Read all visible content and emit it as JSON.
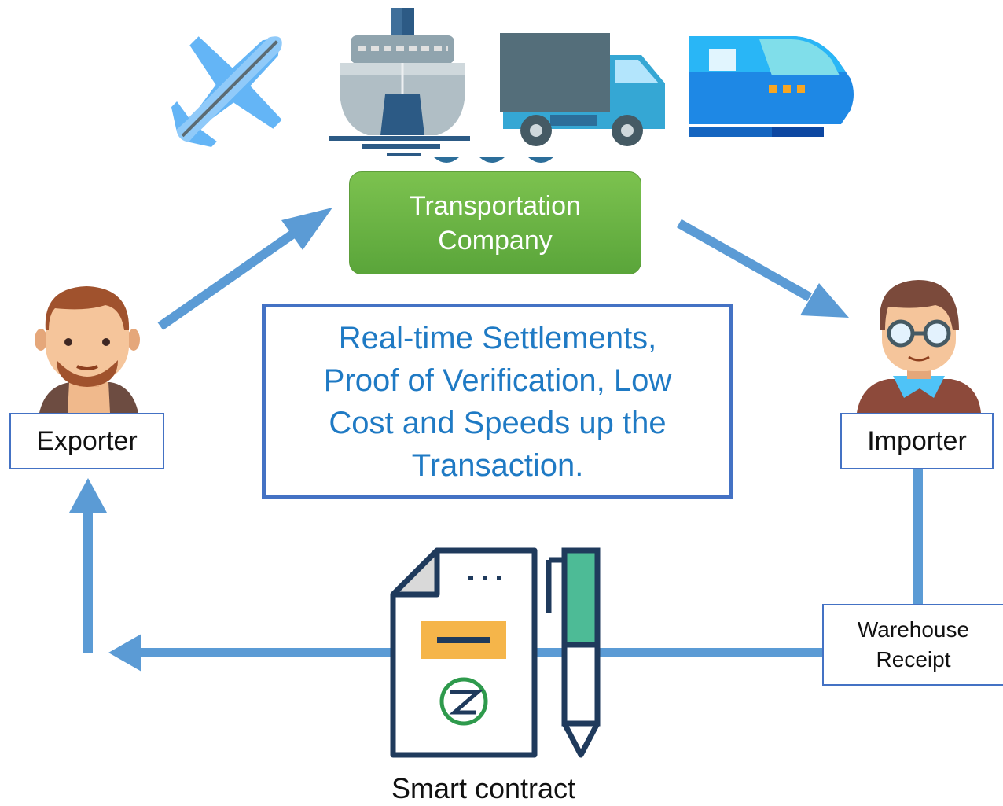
{
  "nodes": {
    "transportation_company": [
      "Transportation",
      "Company"
    ],
    "exporter": "Exporter",
    "importer": "Importer",
    "warehouse_receipt": [
      "Warehouse",
      "Receipt"
    ],
    "smart_contract": "Smart contract"
  },
  "benefits": [
    "Real-time Settlements,",
    "Proof of Verification, Low",
    "Cost and Speeds up the",
    "Transaction."
  ],
  "icons": [
    "airplane-icon",
    "ship-icon",
    "truck-icon",
    "train-icon",
    "exporter-avatar-icon",
    "importer-avatar-icon",
    "contract-document-icon",
    "pen-icon"
  ],
  "colors": {
    "arrow": "#5b9bd5",
    "box_border": "#4472c4",
    "benefits_text": "#1f7ac4",
    "transport_fill": "#6db644"
  }
}
